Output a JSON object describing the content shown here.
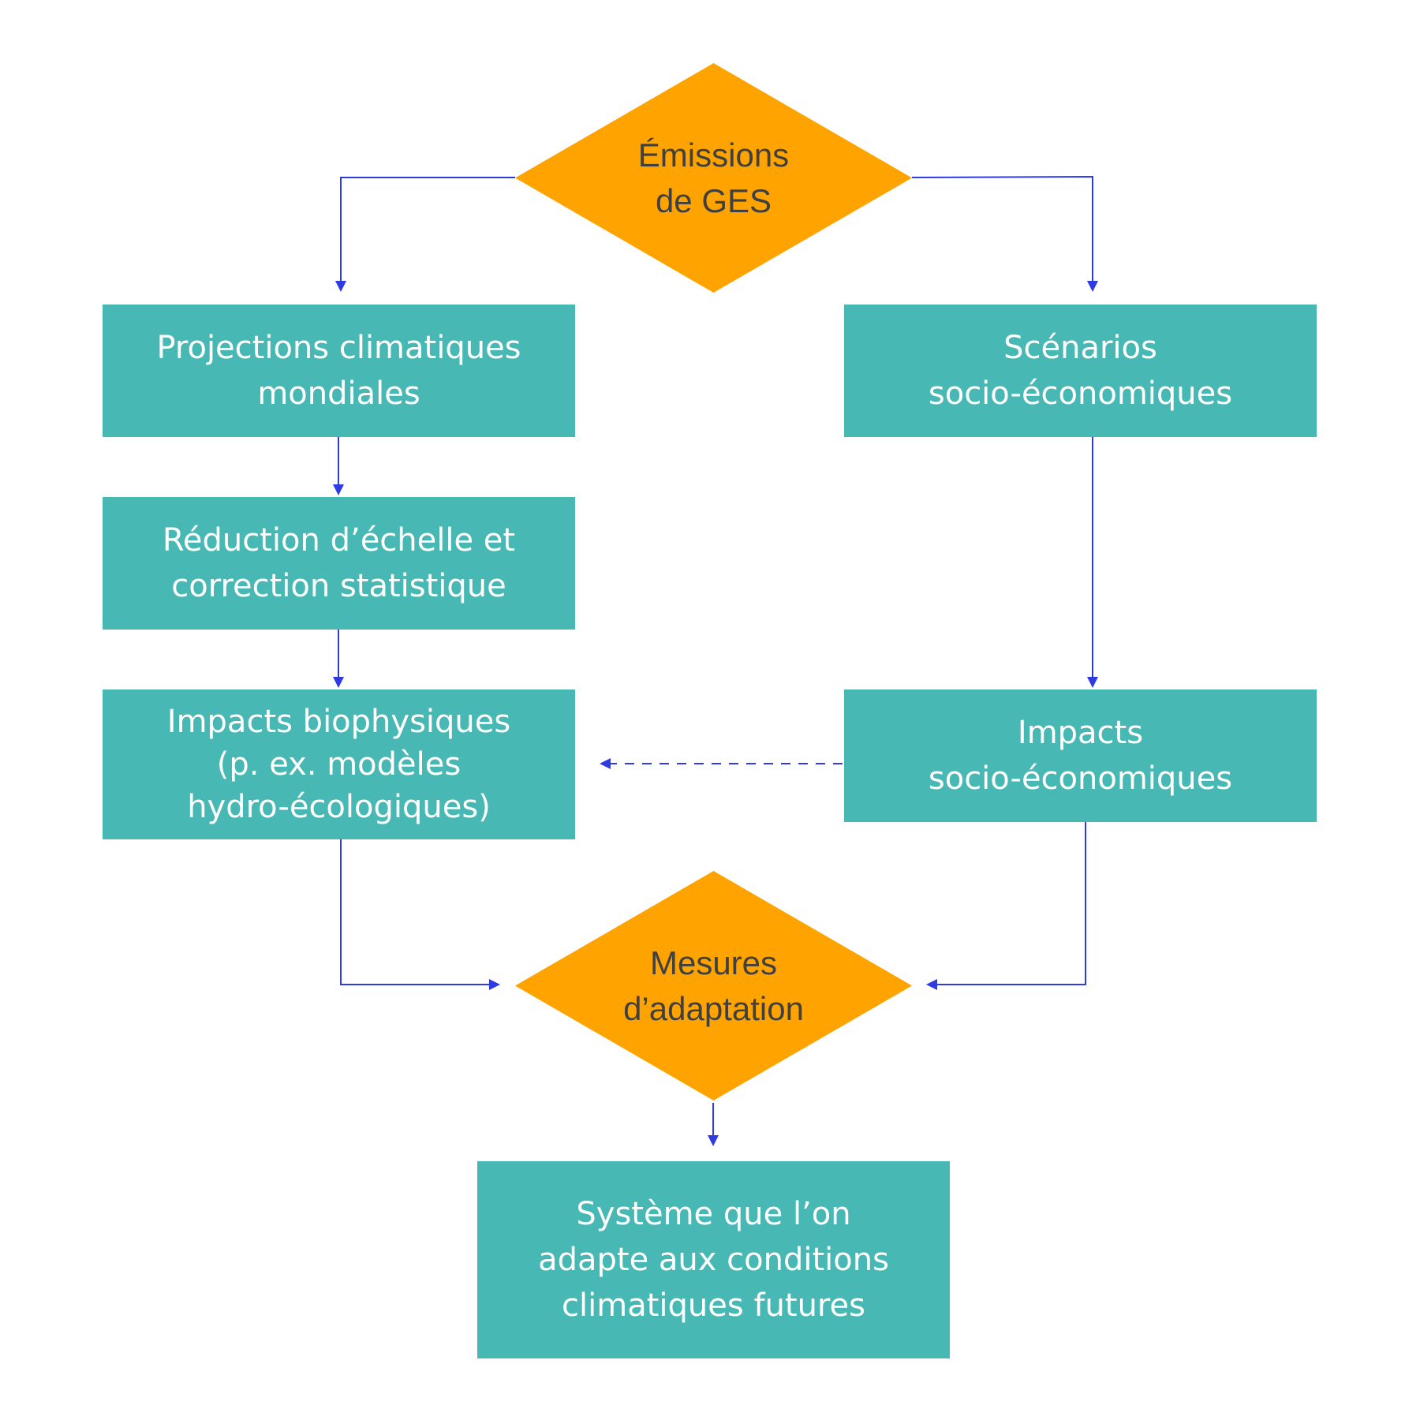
{
  "diagram": {
    "colors": {
      "box_fill": "#48b8b4",
      "diamond_fill": "#ffa300",
      "box_text": "#ffffff",
      "diamond_text": "#404040",
      "arrow": "#2d3be0"
    },
    "nodes": {
      "emissions": "Émissions\nde GES",
      "projections": "Projections climatiques\nmondiales",
      "reduction": "Réduction d’échelle et\ncorrection statistique",
      "impacts_bio": "Impacts biophysiques\n(p. ex. modèles\nhydro-écologiques)",
      "scenarios": "Scénarios\nsocio-économiques",
      "impacts_socio": "Impacts\nsocio-économiques",
      "mesures": "Mesures\nd’adaptation",
      "systeme": "Système que l’on\nadapte aux conditions\nclimatiques futures"
    },
    "edges": [
      {
        "from": "emissions",
        "to": "projections",
        "style": "solid"
      },
      {
        "from": "emissions",
        "to": "scenarios",
        "style": "solid"
      },
      {
        "from": "projections",
        "to": "reduction",
        "style": "solid"
      },
      {
        "from": "reduction",
        "to": "impacts_bio",
        "style": "solid"
      },
      {
        "from": "scenarios",
        "to": "impacts_socio",
        "style": "solid"
      },
      {
        "from": "impacts_socio",
        "to": "impacts_bio",
        "style": "dashed"
      },
      {
        "from": "impacts_bio",
        "to": "mesures",
        "style": "solid"
      },
      {
        "from": "impacts_socio",
        "to": "mesures",
        "style": "solid"
      },
      {
        "from": "mesures",
        "to": "systeme",
        "style": "solid"
      }
    ]
  }
}
